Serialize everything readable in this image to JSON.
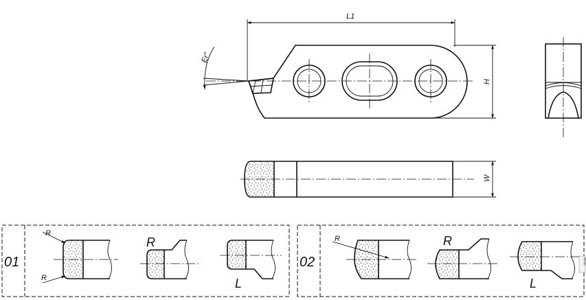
{
  "dimensions": {
    "length_label": "L1",
    "height_label": "H",
    "width_label": "W",
    "angle_label": "Er°"
  },
  "variants": [
    {
      "code": "01",
      "radius_label": "R",
      "right_label": "R",
      "left_label": "L"
    },
    {
      "code": "02",
      "radius_label": "R",
      "right_label": "R",
      "left_label": "L"
    }
  ],
  "corner_mark": "部品"
}
